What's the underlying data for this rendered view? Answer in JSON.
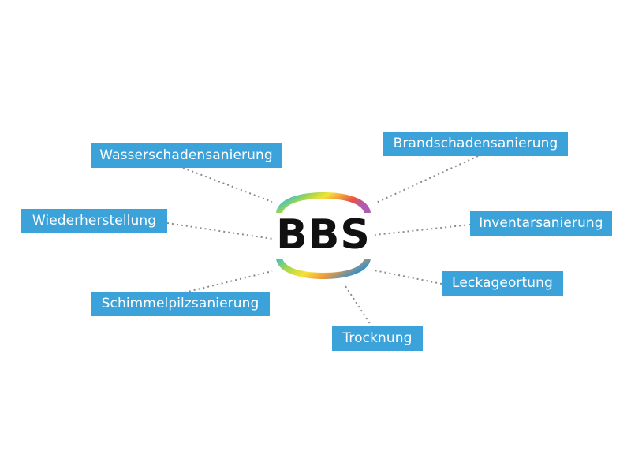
{
  "logo": {
    "text": "BBS",
    "gradient_colors": [
      "#2b8fd6",
      "#3cc0c8",
      "#a6d84a",
      "#f5e23a",
      "#f29a3a",
      "#e8504a",
      "#b05ab0"
    ]
  },
  "nodes": [
    {
      "id": "wasserschadensanierung",
      "label": "Wasserschadensanierung"
    },
    {
      "id": "brandschadensanierung",
      "label": "Brandschadensanierung"
    },
    {
      "id": "wiederherstellung",
      "label": "Wiederherstellung"
    },
    {
      "id": "inventarsanierung",
      "label": "Inventarsanierung"
    },
    {
      "id": "schimmelpilzsanierung",
      "label": "Schimmelpilzsanierung"
    },
    {
      "id": "leckageortung",
      "label": "Leckageortung"
    },
    {
      "id": "trocknung",
      "label": "Trocknung"
    }
  ],
  "colors": {
    "node_fill": "#3ba3da",
    "node_text": "#ffffff",
    "connector": "#8a8a8a"
  }
}
